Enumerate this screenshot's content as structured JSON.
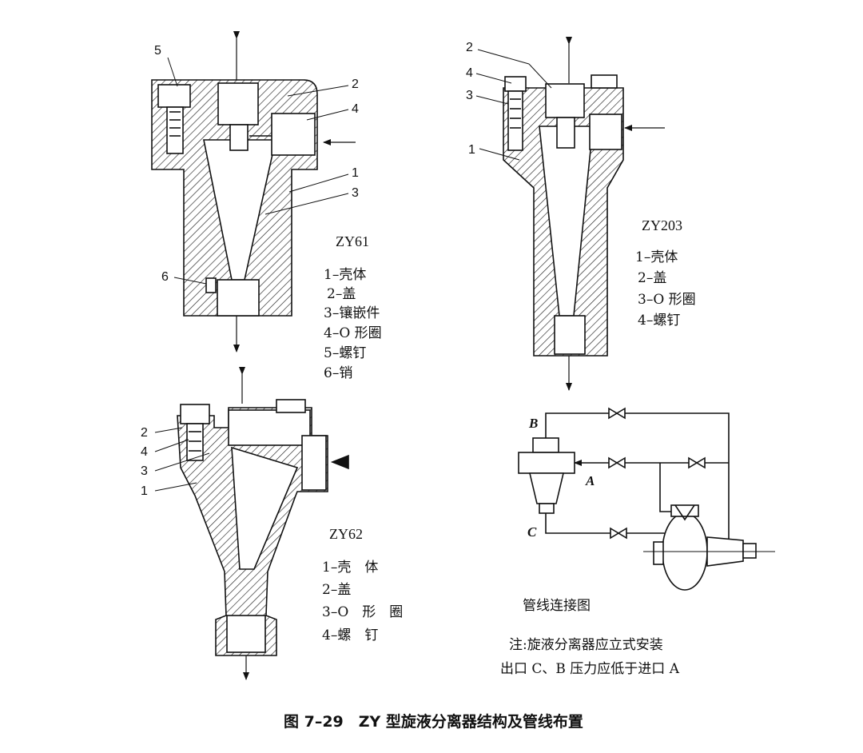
{
  "zy61": {
    "model": "ZY61",
    "parts": [
      "1–壳体",
      "2–盖",
      "3–镶嵌件",
      "4–O 形圈",
      "5–螺钉",
      "6–销"
    ],
    "callouts": [
      "5",
      "2",
      "4",
      "1",
      "3",
      "6"
    ]
  },
  "zy203": {
    "model": "ZY203",
    "parts": [
      "1–壳体",
      "2–盖",
      "3–O 形圈",
      "4–螺钉"
    ],
    "callouts": [
      "2",
      "4",
      "3",
      "1"
    ]
  },
  "zy62": {
    "model": "ZY62",
    "parts": [
      "1–壳　体",
      "2–盖",
      "3–O　形　圈",
      "4–螺　钉"
    ],
    "callouts": [
      "2",
      "4",
      "3",
      "1"
    ]
  },
  "piping": {
    "title": "管线连接图",
    "points": [
      "B",
      "A",
      "C"
    ],
    "note_line1": "注:旋液分离器应立式安装",
    "note_line2": "出口 C、B 压力应低于进口 A"
  },
  "caption": "图 7–29　ZY 型旋液分离器结构及管线布置"
}
